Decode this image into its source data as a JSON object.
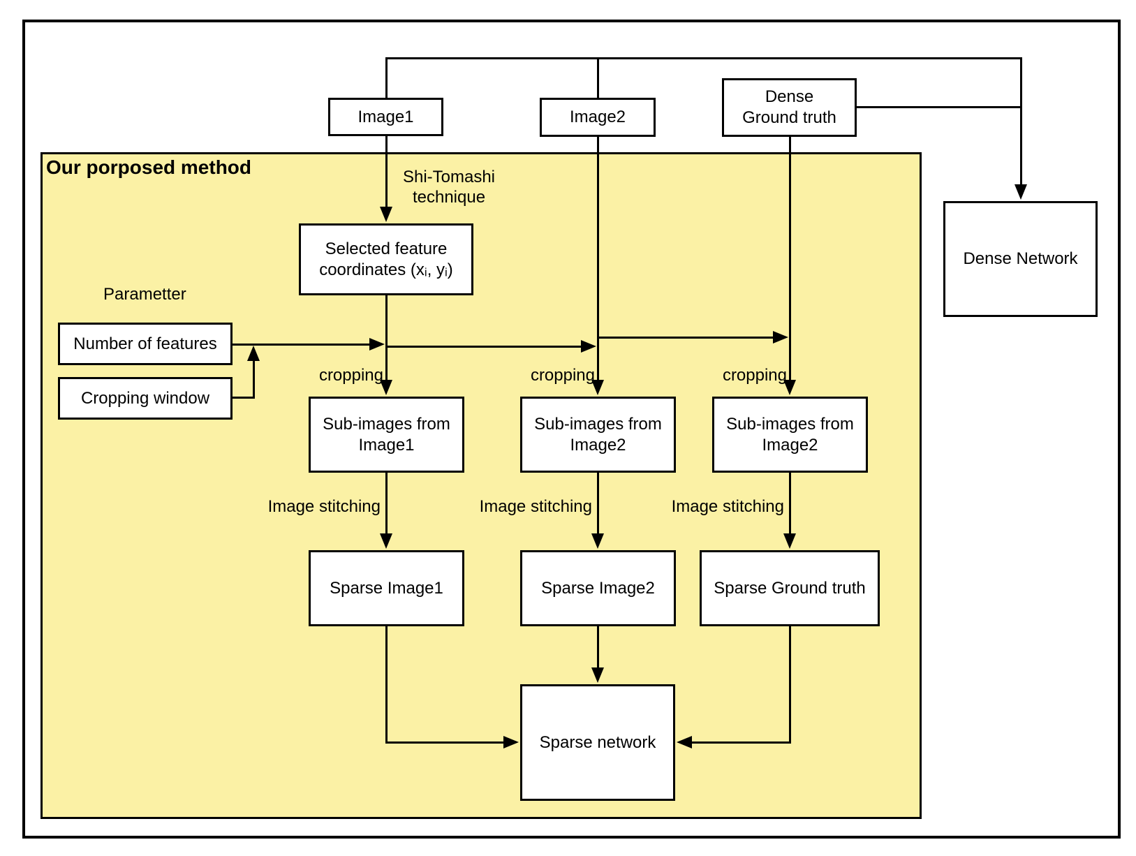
{
  "region": {
    "title": "Our porposed method"
  },
  "nodes": {
    "image1": "Image1",
    "image2": "Image2",
    "dense_ground_truth": {
      "line1": "Dense",
      "line2": "Ground truth"
    },
    "dense_network": "Dense Network",
    "selected_features": "Selected feature coordinates (xᵢ, yᵢ)",
    "number_of_features": "Number of features",
    "cropping_window": "Cropping window",
    "sub_images_1": "Sub-images from Image1",
    "sub_images_2": "Sub-images from Image2",
    "sub_images_3": "Sub-images from Image2",
    "sparse_image1": "Sparse Image1",
    "sparse_image2": "Sparse Image2",
    "sparse_ground_truth": "Sparse Ground truth",
    "sparse_network": "Sparse network"
  },
  "labels": {
    "shi_tomashi": "Shi-Tomashi technique",
    "parameter": "Parametter",
    "cropping": [
      "cropping",
      "cropping",
      "cropping"
    ],
    "image_stitching": [
      "Image stitching",
      "Image stitching",
      "Image stitching"
    ]
  },
  "colors": {
    "region_fill": "#FBF1A5",
    "box_fill": "#FFFFFF",
    "line": "#000000"
  }
}
